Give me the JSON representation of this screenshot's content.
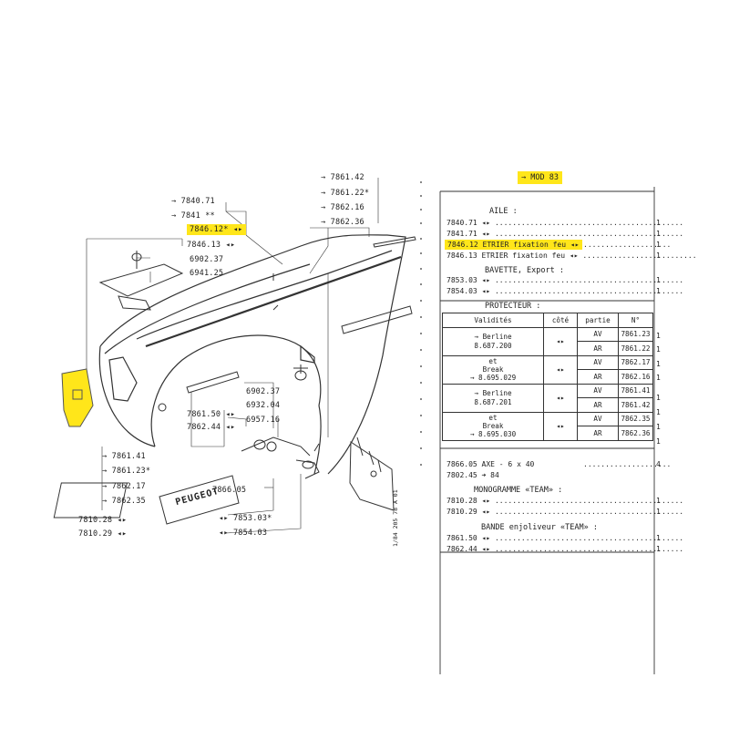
{
  "diagram": {
    "upper_refs": [
      "7840.71",
      "7841 **",
      "7846.12*",
      "7846.13"
    ],
    "mid_refs": [
      "6902.37",
      "6941.25"
    ],
    "right_refs": [
      "7861.42",
      "7861.22*",
      "7862.16",
      "7862.36"
    ],
    "lower_mid_refs": [
      "6902.37",
      "6932.04",
      "6957.16"
    ],
    "lower_left_refs": [
      "7861.50",
      "7862.44"
    ],
    "lower_group_a": [
      "7861.41",
      "7861.23*",
      "7862.17",
      "7862.35"
    ],
    "monogram_refs": [
      "7810.28",
      "7810.29"
    ],
    "axe_ref": "7866.05",
    "bavette_refs": [
      "7853.03*",
      "7854.03"
    ],
    "badge_text": "PEUGEOT",
    "side_code": "1/84 205 78 A 01",
    "highlight_color": "#ffe61a"
  },
  "catalog": {
    "mod": "MOD 83",
    "aile_title": "AILE :",
    "aile_rows": [
      {
        "ref": "7840.71",
        "desc": "",
        "qty": "1"
      },
      {
        "ref": "7841.71",
        "desc": "",
        "qty": "1"
      },
      {
        "ref": "7846.12",
        "desc": "ETRIER fixation feu",
        "qty": "1"
      },
      {
        "ref": "7846.13",
        "desc": "ETRIER fixation feu",
        "qty": "1"
      }
    ],
    "bavette_title": "BAVETTE, Export :",
    "bavette_rows": [
      {
        "ref": "7853.03",
        "qty": "1"
      },
      {
        "ref": "7854.03",
        "qty": "1"
      }
    ],
    "protecteur_title": "PROTECTEUR :",
    "table_headers": [
      "Validités",
      "côté",
      "partie",
      "N°"
    ],
    "protecteur_groups": [
      {
        "validite": [
          "Berline",
          "8.687.200"
        ],
        "rows": [
          [
            "AV",
            "7861.23",
            "1"
          ],
          [
            "AR",
            "7861.22",
            "1"
          ]
        ]
      },
      {
        "validite": [
          "et",
          "Break",
          "8.695.029"
        ],
        "rows": [
          [
            "AV",
            "7862.17",
            "1"
          ],
          [
            "AR",
            "7862.16",
            "1"
          ]
        ]
      },
      {
        "validite": [
          "Berline",
          "8.687.201"
        ],
        "rows": [
          [
            "AV",
            "7861.41",
            "1"
          ],
          [
            "AR",
            "7861.42",
            "1"
          ]
        ]
      },
      {
        "validite": [
          "et",
          "Break",
          "8.695.030"
        ],
        "rows": [
          [
            "AV",
            "7862.35",
            "1"
          ],
          [
            "AR",
            "7862.36",
            "1"
          ]
        ]
      }
    ],
    "axe_line": "7866.05 AXE - 6 x 40",
    "axe_qty": "4",
    "axe_line2a": "7802.45",
    "axe_line2b": "84",
    "monogramme_title": "MONOGRAMME «TEAM» :",
    "monogramme_rows": [
      {
        "ref": "7810.28",
        "qty": "1"
      },
      {
        "ref": "7810.29",
        "qty": "1"
      }
    ],
    "bande_title": "BANDE enjoliveur «TEAM» :",
    "bande_rows": [
      {
        "ref": "7861.50",
        "qty": "1"
      },
      {
        "ref": "7862.44",
        "qty": "1"
      }
    ]
  }
}
